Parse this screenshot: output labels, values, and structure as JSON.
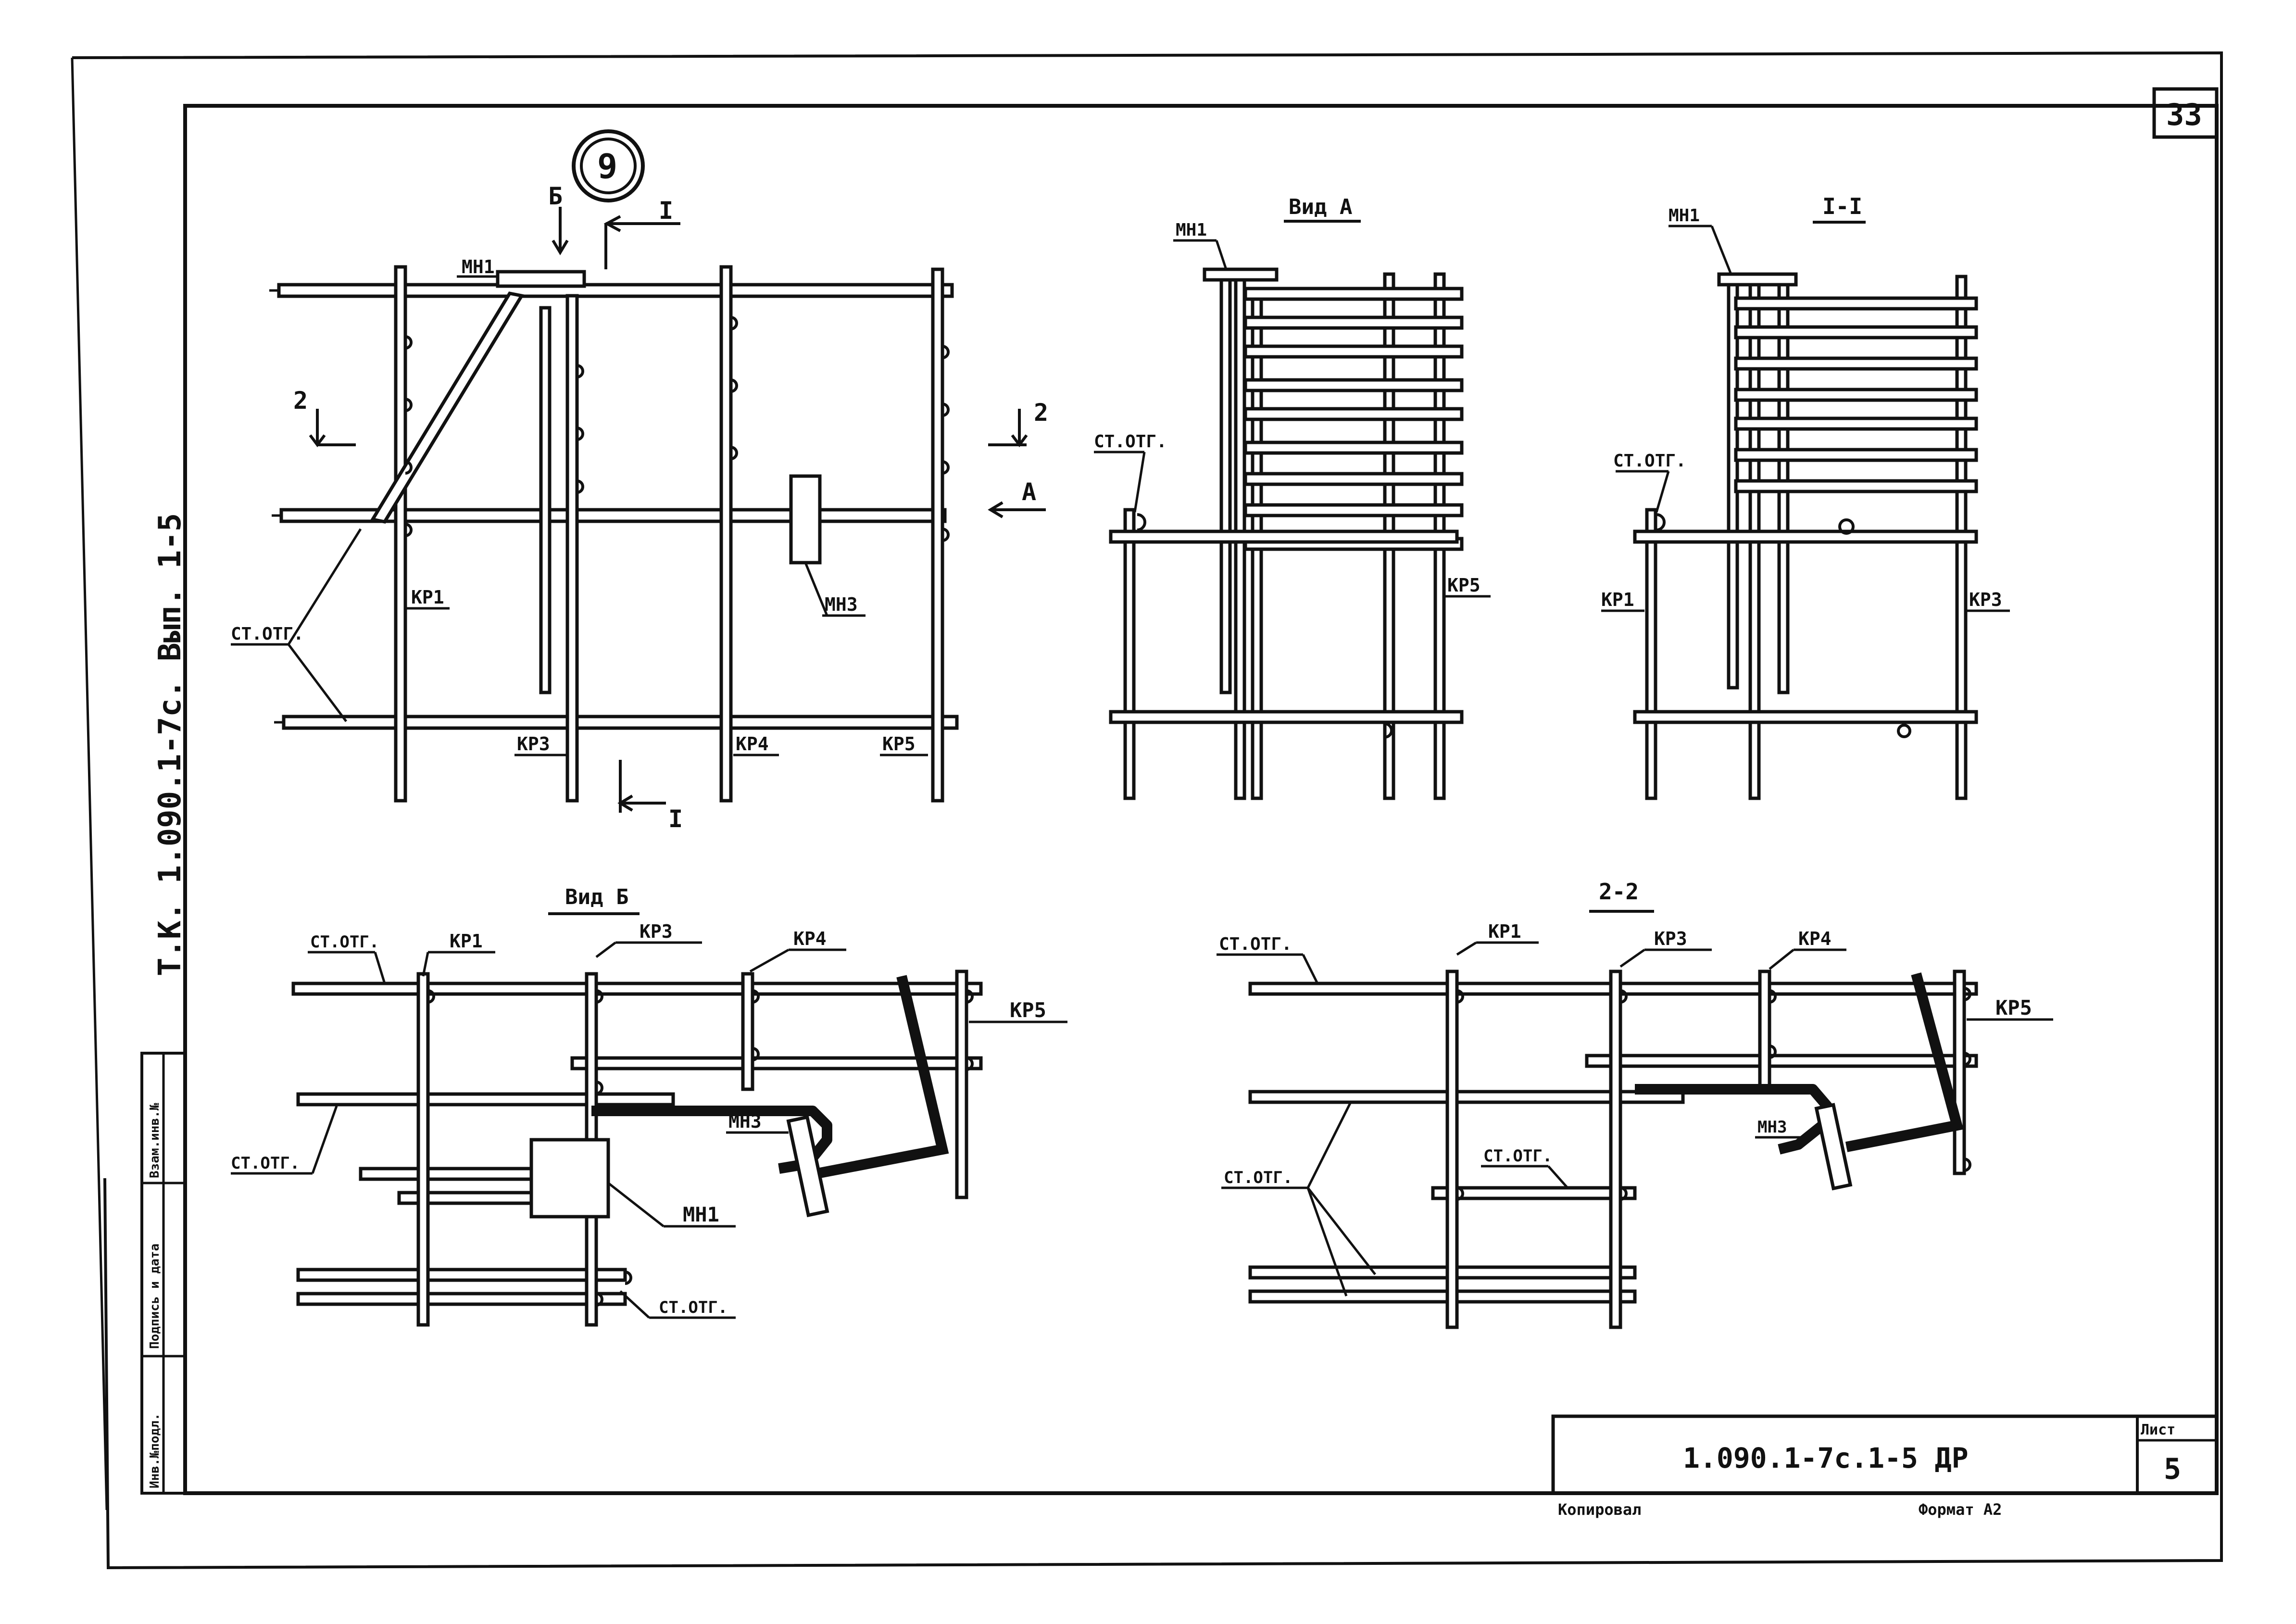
{
  "sheet": {
    "page_number": "33",
    "side_code": "Т.К. 1.090.1-7с. Вып. 1-5",
    "node_number": "9",
    "doc_code": "1.090.1-7с.1-5 ДР",
    "sheet_label": "Лист",
    "sheet_number": "5",
    "copied_label": "Копировал",
    "format_label": "Формат А2"
  },
  "stamp": {
    "inv_orig": "Инв.№подл.",
    "sign_date": "Подпись и дата",
    "inv_replace": "Взам.инв.№"
  },
  "views": {
    "plan": {
      "mark_b": "Б",
      "mark_1": "I",
      "mark_2": "2",
      "mark_a": "А",
      "labels": {
        "mn1": "МН1",
        "mn3": "МН3",
        "st_otg": "СТ.ОТГ.",
        "kr1": "КР1",
        "kr3": "КР3",
        "kr4": "КР4",
        "kr5": "КР5"
      }
    },
    "view_a": {
      "title": "Вид А",
      "labels": {
        "mn1": "МН1",
        "st_otg": "СТ.ОТГ.",
        "kr5": "КР5"
      }
    },
    "section_1": {
      "title": "I-I",
      "labels": {
        "mn1": "МН1",
        "st_otg": "СТ.ОТГ.",
        "kr1": "КР1",
        "kr3": "КР3"
      }
    },
    "view_b": {
      "title": "Вид Б",
      "labels": {
        "st_otg_top": "СТ.ОТГ.",
        "kr1": "КР1",
        "kr3": "КР3",
        "kr4": "КР4",
        "kr5": "КР5",
        "mn3": "МН3",
        "st_otg_left": "СТ.ОТГ.",
        "mn1": "МН1",
        "st_otg_bottom": "СТ.ОТГ."
      }
    },
    "section_2": {
      "title": "2-2",
      "labels": {
        "st_otg_top": "СТ.ОТГ.",
        "kr1": "КР1",
        "kr3": "КР3",
        "kr4": "КР4",
        "kr5": "КР5",
        "mn3": "МН3",
        "st_otg_mid": "СТ.ОТГ.",
        "st_otg_left": "СТ.ОТГ."
      }
    }
  }
}
